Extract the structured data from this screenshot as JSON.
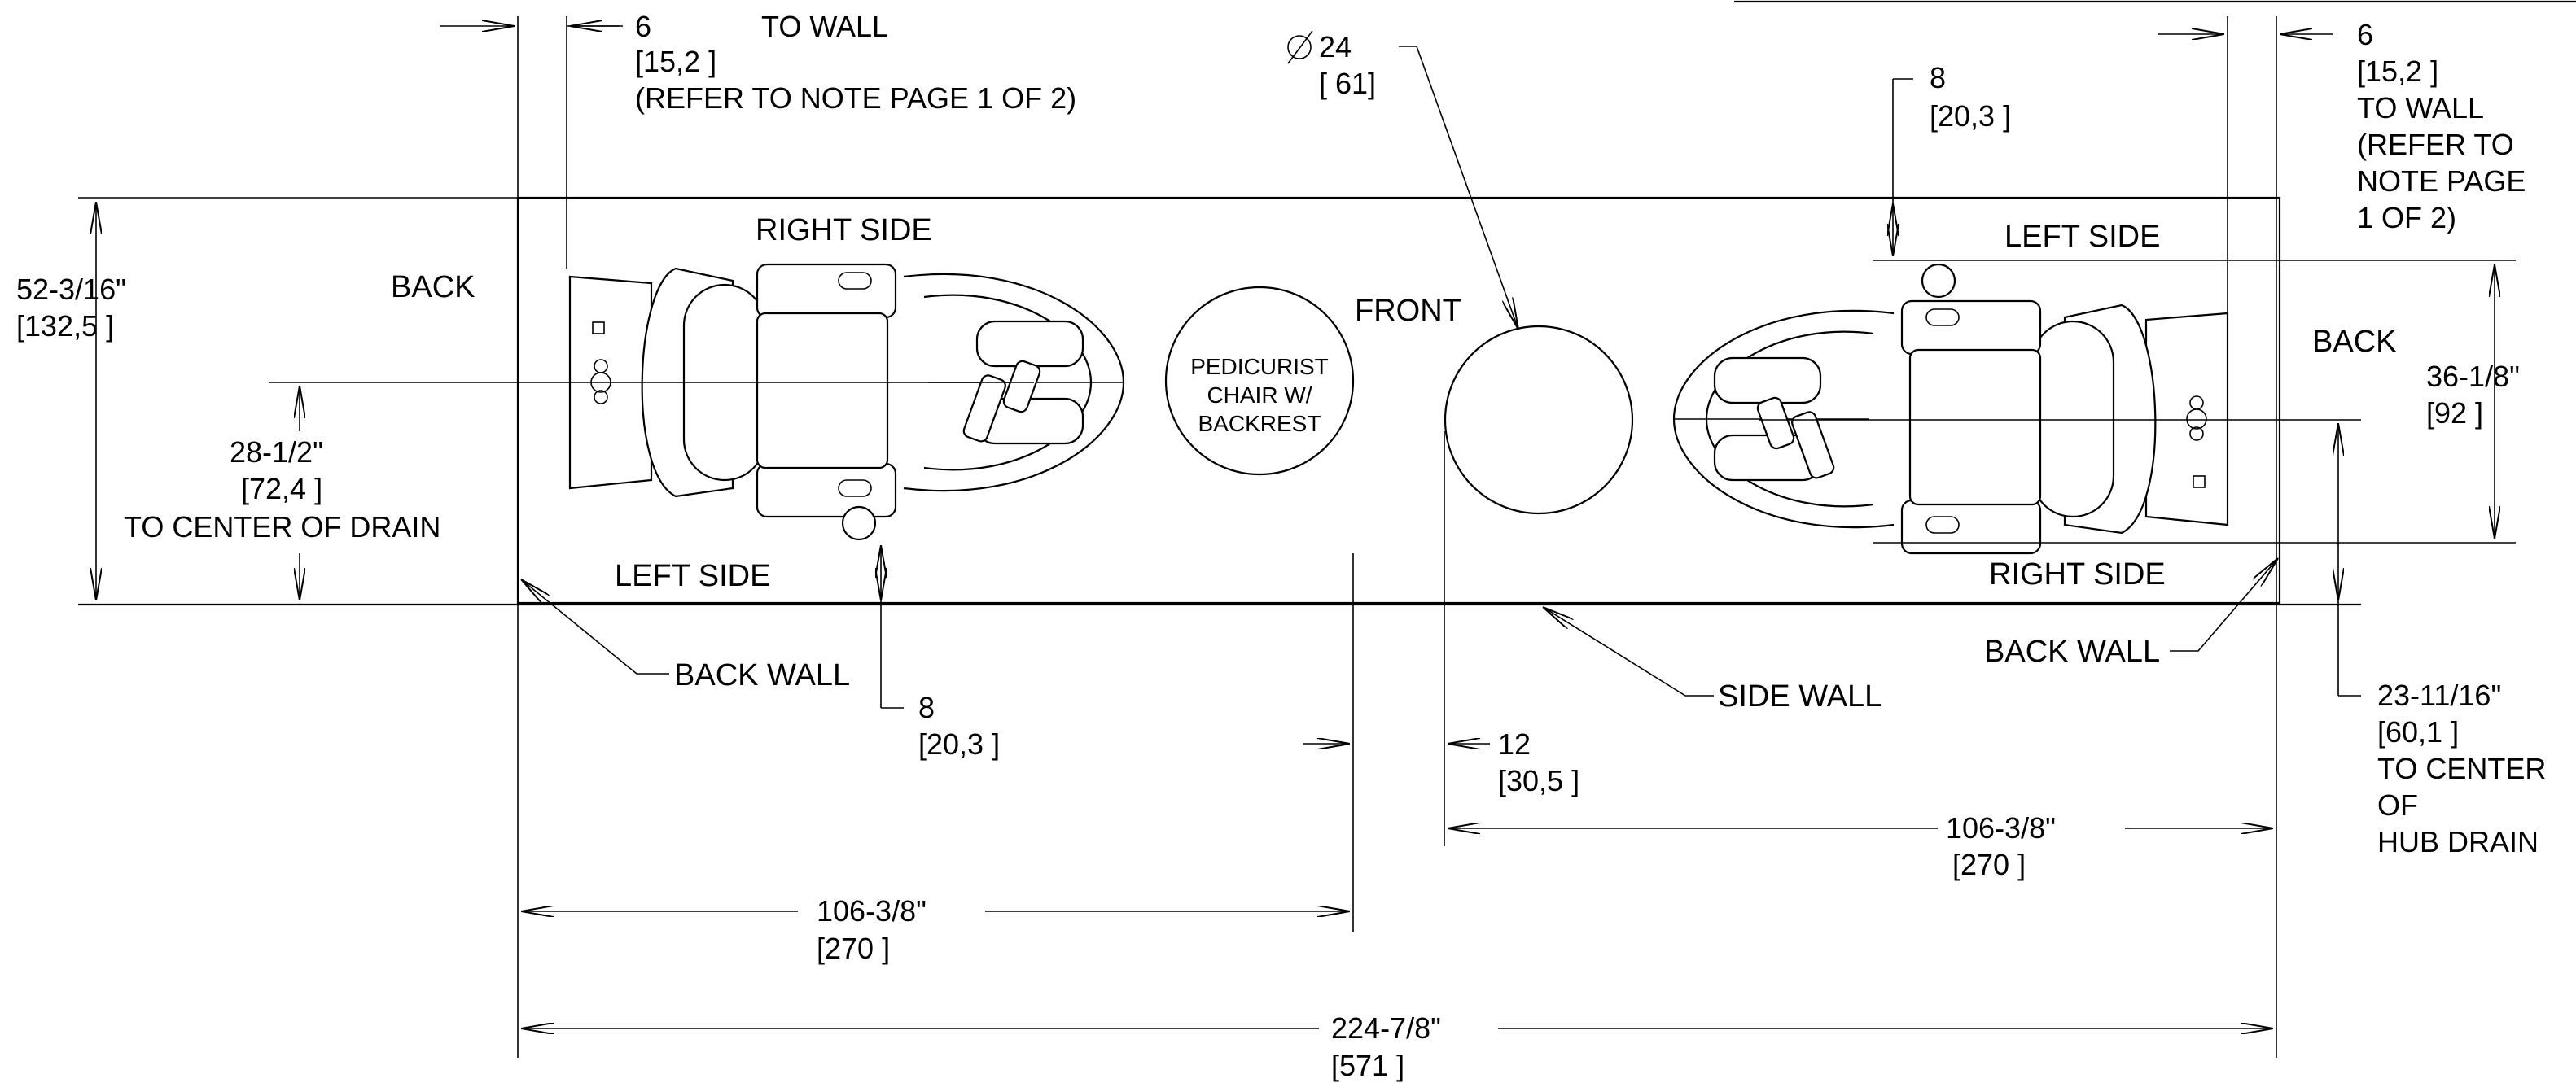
{
  "labels": {
    "back_left": "BACK",
    "back_right": "BACK",
    "front": "FRONT",
    "right_side_top": "RIGHT SIDE",
    "left_side_bottom": "LEFT SIDE",
    "left_side_top": "LEFT SIDE",
    "right_side_bottom": "RIGHT SIDE",
    "back_wall_left": "BACK WALL",
    "back_wall_right": "BACK WALL",
    "side_wall": "SIDE WALL",
    "pedicurist_1": "PEDICURIST",
    "pedicurist_2": "CHAIR W/",
    "pedicurist_3": "BACKREST"
  },
  "dims": {
    "tl_6": "6",
    "tl_15": "[15,2 ]",
    "tl_towall": "TO WALL",
    "tl_note": "(REFER TO NOTE PAGE 1 OF 2)",
    "dia_24": "24",
    "dia_61": "[ 61]",
    "tr8_a": "8",
    "tr8_b": "[20,3 ]",
    "tr6_a": "6",
    "tr6_b": "[15,2 ]",
    "tr6_c": "TO WALL",
    "tr6_d": "(REFER TO",
    "tr6_e": "NOTE PAGE",
    "tr6_f": "1 OF 2)",
    "h52_a": "52-3/16\"",
    "h52_b": "[132,5 ]",
    "h28_a": "28-1/2\"",
    "h28_b": "[72,4 ]",
    "h28_c": "TO CENTER OF DRAIN",
    "h36_a": "36-1/8\"",
    "h36_b": "[92 ]",
    "b8_a": "8",
    "b8_b": "[20,3 ]",
    "d12_a": "12",
    "d12_b": "[30,5 ]",
    "r106_a": "106-3/8\"",
    "r106_b": "[270 ]",
    "l106_a": "106-3/8\"",
    "l106_b": "[270 ]",
    "t224_a": "224-7/8\"",
    "t224_b": "[571 ]",
    "hub_a": "23-11/16\"",
    "hub_b": "[60,1 ]",
    "hub_c": "TO CENTER",
    "hub_d": "OF",
    "hub_e": "HUB DRAIN"
  }
}
